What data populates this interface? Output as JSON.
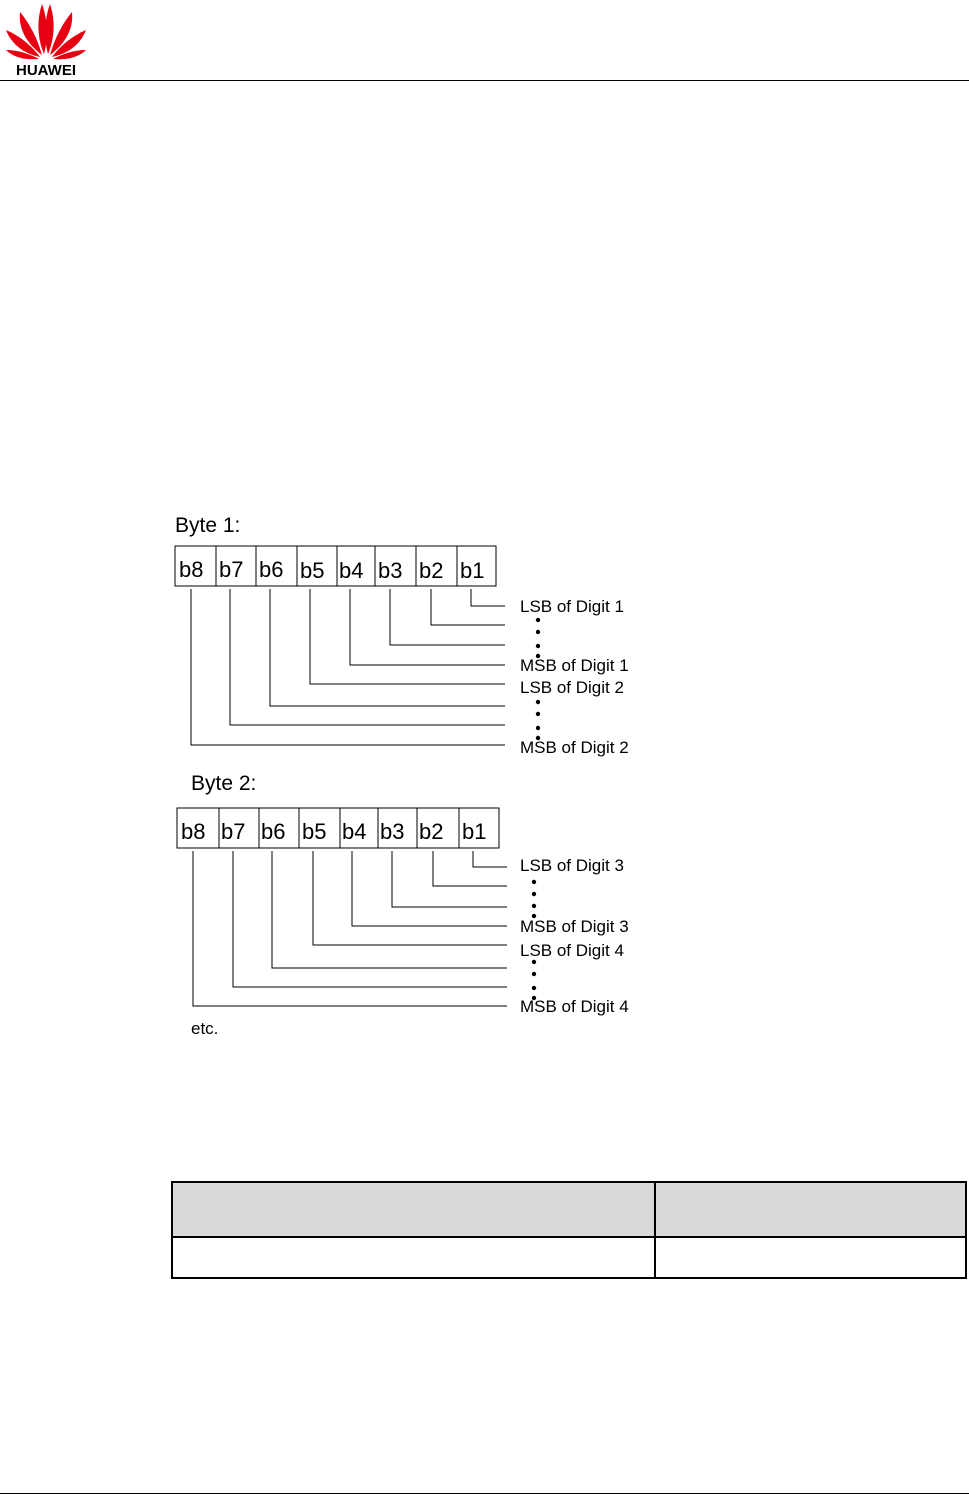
{
  "header": {
    "logo_text": "HUAWEI",
    "logo_color": "#e60012"
  },
  "diagram": {
    "byte1": {
      "title": "Byte 1:",
      "bits": [
        "b8",
        "b7",
        "b6",
        "b5",
        "b4",
        "b3",
        "b2",
        "b1"
      ],
      "labels": [
        "LSB of Digit 1",
        "MSB of Digit 1",
        "LSB of Digit 2",
        "MSB of Digit 2"
      ]
    },
    "byte2": {
      "title": "Byte 2:",
      "bits": [
        "b8",
        "b7",
        "b6",
        "b5",
        "b4",
        "b3",
        "b2",
        "b1"
      ],
      "labels": [
        "LSB of Digit 3",
        "MSB of Digit 3",
        "LSB of Digit 4",
        "MSB of Digit 4"
      ]
    },
    "footer_note": "etc."
  },
  "table": {
    "header": [
      "",
      ""
    ],
    "rows": [
      [
        "",
        ""
      ]
    ]
  }
}
